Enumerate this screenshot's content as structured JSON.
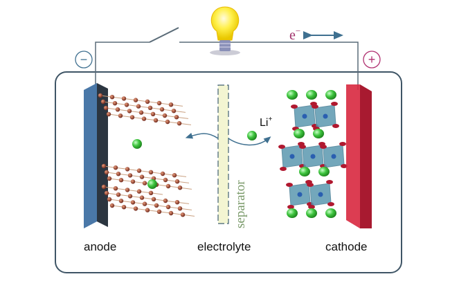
{
  "labels": {
    "anode": "anode",
    "electrolyte": "electrolyte",
    "cathode": "cathode",
    "separator": "separator",
    "ion": "Li",
    "ion_charge": "+",
    "electron": "e",
    "electron_charge": "−",
    "negative_terminal": "−",
    "positive_terminal": "+"
  },
  "colors": {
    "wire": "#5a6b78",
    "anode": "#4a78a8",
    "cathode": "#d8283f",
    "separator_fill": "#f3f5d2",
    "separator_text": "#7a9a6a",
    "lithium": "#3ec43e",
    "carbon": "#8a3a2a",
    "octahedron": "#5b98b0",
    "oxygen": "#b0182f",
    "electron_label": "#a0306a",
    "arrow": "#3f7090"
  }
}
